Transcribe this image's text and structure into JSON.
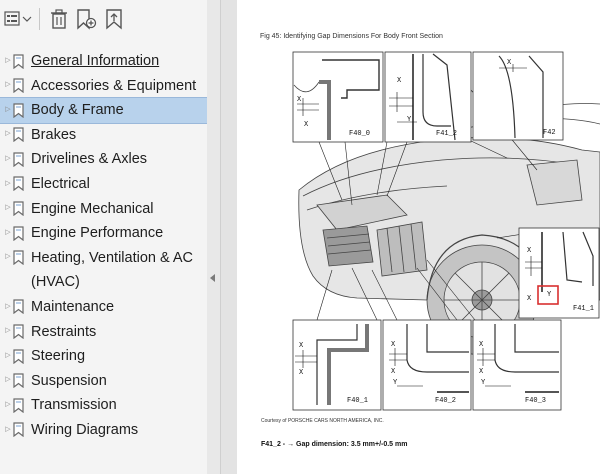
{
  "toolbar": {
    "options_icon": "options-list-icon",
    "delete_icon": "trash-icon",
    "new_bookmark_icon": "new-bookmark-icon",
    "find_bookmark_icon": "find-bookmark-icon"
  },
  "bookmarks": [
    {
      "label": "General Information",
      "underline": true
    },
    {
      "label": "Accessories & Equipment"
    },
    {
      "label": "Body & Frame",
      "selected": true
    },
    {
      "label": "Brakes"
    },
    {
      "label": "Drivelines & Axles"
    },
    {
      "label": "Electrical"
    },
    {
      "label": "Engine Mechanical"
    },
    {
      "label": "Engine Performance"
    },
    {
      "label": "Heating, Ventilation & AC\n(HVAC)"
    },
    {
      "label": "Maintenance"
    },
    {
      "label": "Restraints"
    },
    {
      "label": "Steering"
    },
    {
      "label": "Suspension"
    },
    {
      "label": "Transmission"
    },
    {
      "label": "Wiring Diagrams"
    }
  ],
  "document": {
    "figure_caption": "Fig 45: Identifying Gap Dimensions For Body Front Section",
    "panel_labels": {
      "top_left": "F40_0",
      "top_mid": "F41_2",
      "top_right": "F42",
      "mid_right": "F41_1",
      "bot_left": "F40_1",
      "bot_mid": "F40_2",
      "bot_right": "F40_3"
    },
    "axis_x": "X",
    "axis_y": "Y",
    "courtesy": "Courtesy of PORSCHE CARS NORTH AMERICA, INC.",
    "gap_note": "F41_2 - → Gap dimension: 3.5 mm+/-0.5 mm"
  },
  "colors": {
    "selection": "#b8d2ec",
    "highlight_box": "#d83030"
  }
}
